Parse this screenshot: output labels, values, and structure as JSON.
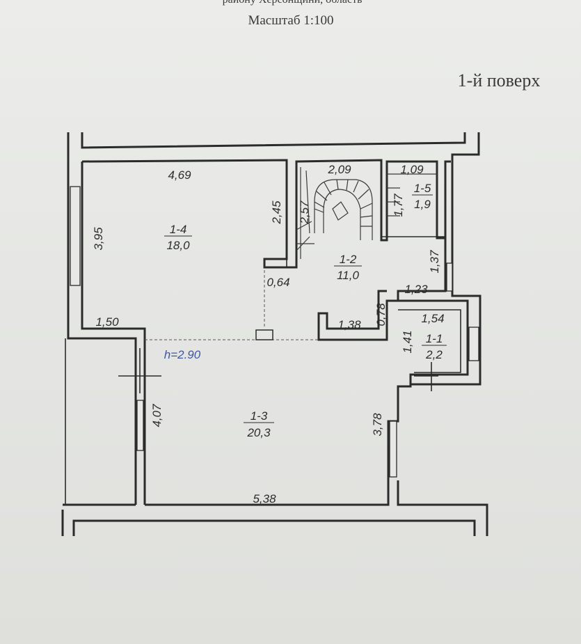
{
  "header": {
    "top_cut_text": "району Херсонщини, область",
    "scale": "Масштаб 1:100",
    "floor": "1-й поверх"
  },
  "colors": {
    "paper": "#e6e7e4",
    "ink": "#2b2b2b",
    "height_note": "#3f57a0"
  },
  "rooms": {
    "r1_4": {
      "id": "1-4",
      "area": "18,0"
    },
    "r1_2": {
      "id": "1-2",
      "area": "11,0"
    },
    "r1_5": {
      "id": "1-5",
      "area": "1,9"
    },
    "r1_1": {
      "id": "1-1",
      "area": "2,2"
    },
    "r1_3": {
      "id": "1-3",
      "area": "20,3"
    }
  },
  "dimensions": {
    "d469": "4,69",
    "d395": "3,95",
    "d245": "2,45",
    "d257": "2,57",
    "d209": "2,09",
    "d109": "1,09",
    "d177": "1,77",
    "d137": "1,37",
    "d064": "0,64",
    "d123": "1,23",
    "d078": "0,78",
    "d154": "1,54",
    "d141": "1,41",
    "d150": "1,50",
    "d138": "1,38",
    "d407": "4,07",
    "d378": "3,78",
    "d538": "5,38"
  },
  "height_note": "h=2.90"
}
